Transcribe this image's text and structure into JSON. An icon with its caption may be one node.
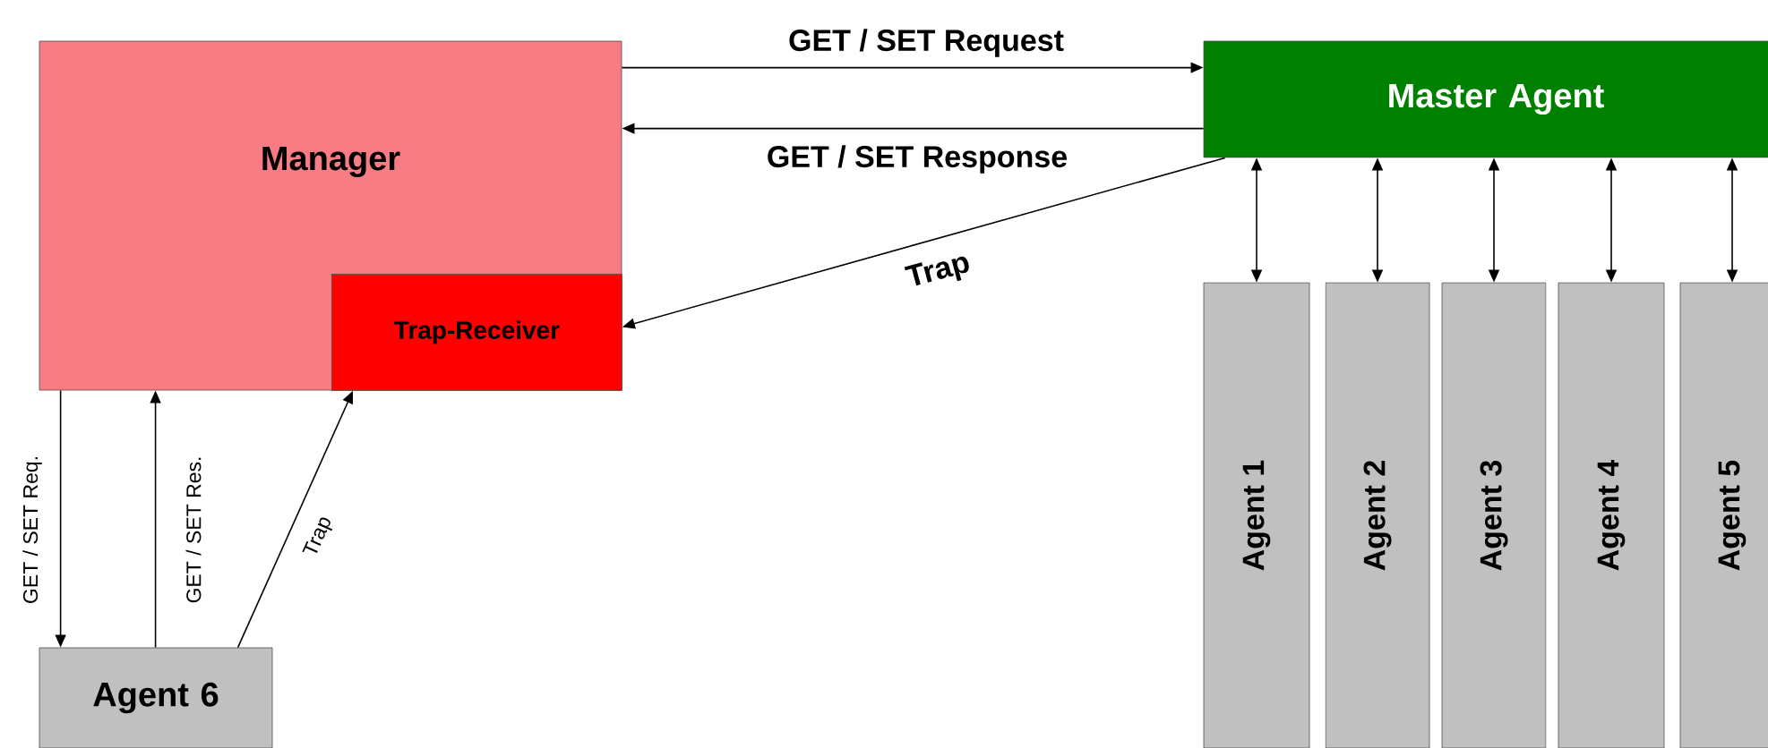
{
  "diagram": {
    "nodes": [
      {
        "text": [
          "Manager"
        ]
      },
      {
        "text": [
          "Trap-Receiver"
        ],
        "in": 0
      },
      {
        "text": [
          "Master Agent"
        ]
      },
      {
        "text": [
          "Agent 1"
        ]
      },
      {
        "text": [
          "Agent 2"
        ]
      },
      {
        "text": [
          "Agent 3"
        ]
      },
      {
        "text": [
          "Agent 4"
        ]
      },
      {
        "text": [
          "Agent 5"
        ]
      },
      {
        "text": [
          "Agent 6"
        ]
      }
    ],
    "edges": [
      {
        "from": 0,
        "to": 2,
        "arrow": "to",
        "label": "GET / SET Request"
      },
      {
        "from": 2,
        "to": 0,
        "arrow": "to",
        "label": "GET / SET Response"
      },
      {
        "from": 2,
        "to": 1,
        "arrow": "to",
        "label": "Trap"
      },
      {
        "from": 2,
        "to": 3,
        "arrow": "both"
      },
      {
        "from": 2,
        "to": 4,
        "arrow": "both"
      },
      {
        "from": 2,
        "to": 5,
        "arrow": "both"
      },
      {
        "from": 2,
        "to": 6,
        "arrow": "both"
      },
      {
        "from": 2,
        "to": 7,
        "arrow": "both"
      },
      {
        "from": 0,
        "to": 8,
        "arrow": "to",
        "label": "GET / SET Req."
      },
      {
        "from": 8,
        "to": 0,
        "arrow": "to",
        "label": "GET / SET Res."
      },
      {
        "from": 8,
        "to": 1,
        "arrow": "to",
        "label": "Trap"
      }
    ]
  }
}
